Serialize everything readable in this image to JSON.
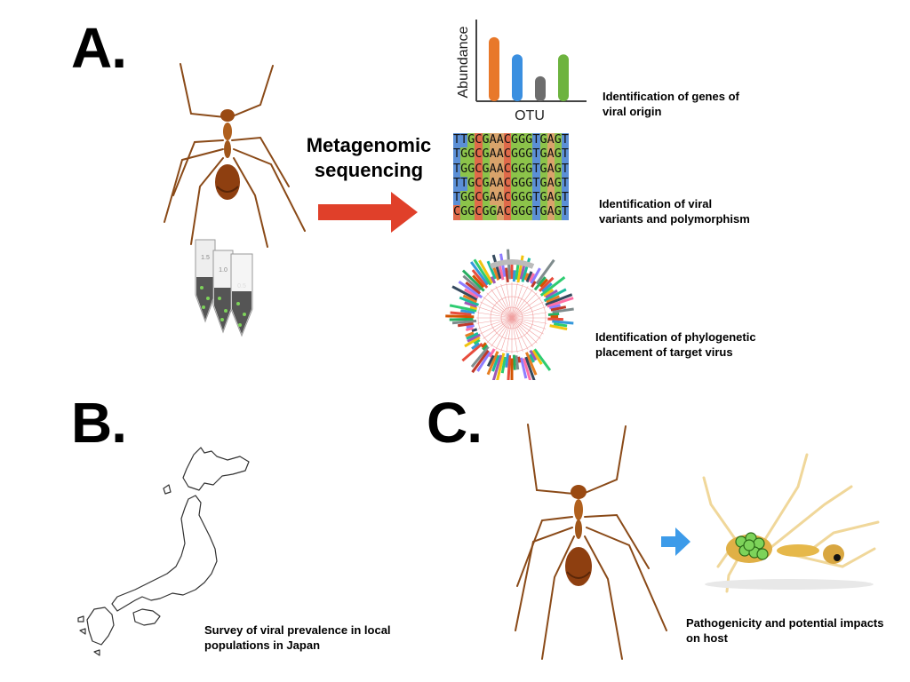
{
  "panels": {
    "a": {
      "letter": "A."
    },
    "b": {
      "letter": "B."
    },
    "c": {
      "letter": "C."
    }
  },
  "process_label": "Metagenomic\nsequencing",
  "abundance_chart": {
    "ylabel": "Abundance",
    "xlabel": "OTU",
    "bars": [
      {
        "value": 82,
        "color": "#e8782a"
      },
      {
        "value": 60,
        "color": "#3a8fe0"
      },
      {
        "value": 32,
        "color": "#6d6d6d"
      },
      {
        "value": 60,
        "color": "#6db33f"
      }
    ],
    "ymax": 100
  },
  "sequence_alignment": {
    "rows": [
      "TTGCGAACGGGTGAGT",
      "TGGCGAACGGGTGAGT",
      "TGGCGAACGGGTGAGT",
      "TTGCGAACGGGTGAGT",
      "TGGCGAACGGGTGAGT",
      "CGGCGGACGGGTGAGT"
    ],
    "base_colors": {
      "A": "#d9a36b",
      "C": "#e06a4a",
      "G": "#8cc34a",
      "T": "#5b8fd6"
    }
  },
  "captions": {
    "genes": "Identification of genes of\nviral origin",
    "variants": "Identification of viral\nvariants and polymorphism",
    "phylogeny": "Identification of phylogenetic\nplacement of target virus",
    "survey": "Survey of viral prevalence in local\npopulations in Japan",
    "pathogenicity": "Pathogenicity and potential impacts\non host"
  },
  "tube_labels": [
    "1.5",
    "1.0",
    "0.5"
  ],
  "colors": {
    "red_arrow": "#e0402a",
    "blue_arrow": "#3d9be9",
    "ant_body": "#9a4a12",
    "virus_green": "#7dd35a"
  }
}
